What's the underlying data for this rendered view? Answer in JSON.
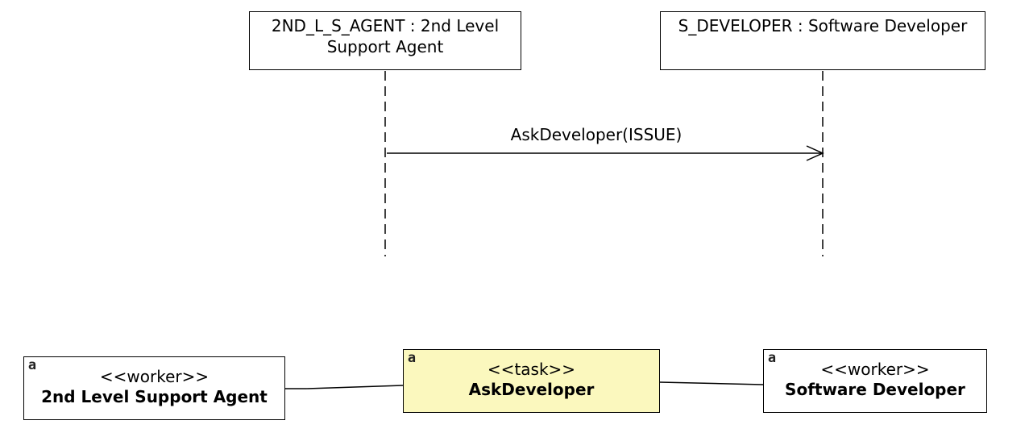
{
  "lifelines": [
    {
      "id": "agent",
      "label": "2ND_L_S_AGENT : 2nd Level\nSupport Agent"
    },
    {
      "id": "developer",
      "label": "S_DEVELOPER : Software Developer"
    }
  ],
  "message": {
    "label": "AskDeveloper(ISSUE)",
    "from": "agent",
    "to": "developer",
    "arrow": "open"
  },
  "nodes": {
    "agent": {
      "stereotype": "<<worker>>",
      "name": "2nd Level Support Agent",
      "icon": "a-icon"
    },
    "task": {
      "stereotype": "<<task>>",
      "name": "AskDeveloper",
      "icon": "a-icon",
      "fill": "#fbf8be"
    },
    "developer": {
      "stereotype": "<<worker>>",
      "name": "Software Developer",
      "icon": "a-icon"
    }
  },
  "colors": {
    "line": "#000000",
    "task_fill": "#fbf8be",
    "background": "#ffffff"
  }
}
